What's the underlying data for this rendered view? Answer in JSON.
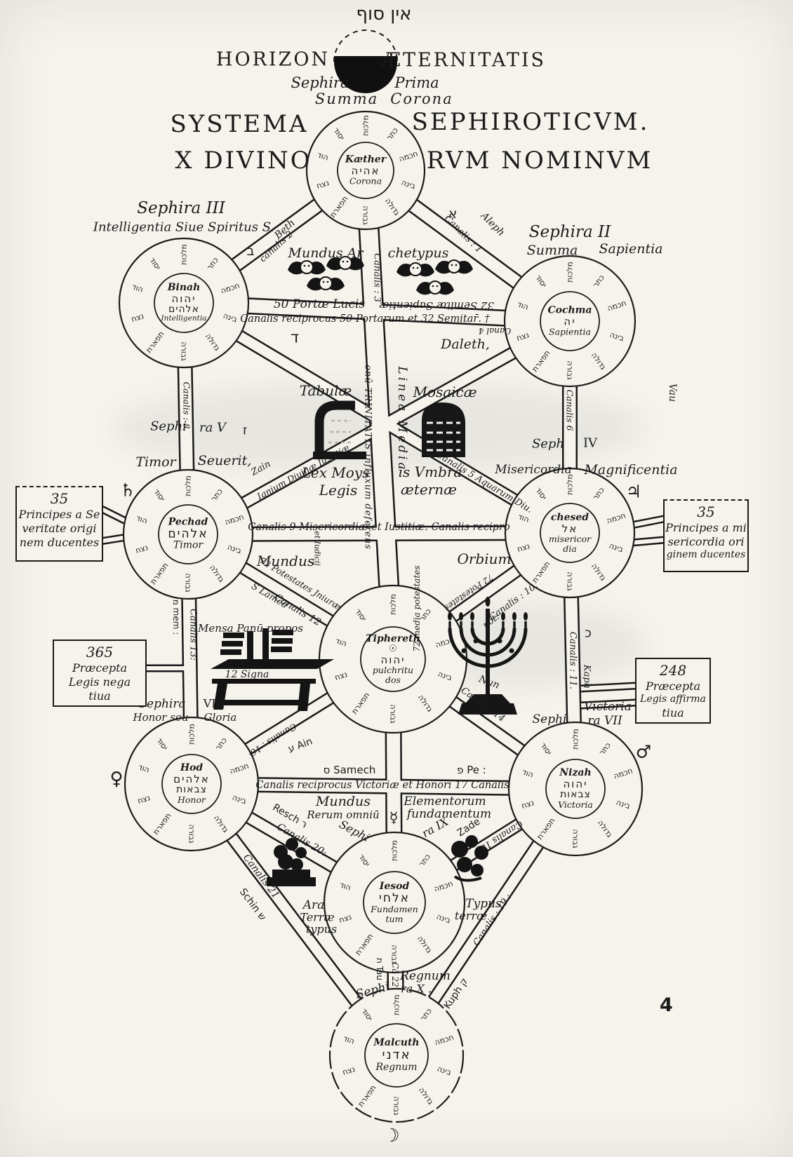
{
  "page_number": "4",
  "ring_words": [
    "מלכות",
    "כתר",
    "חכמה",
    "בינה",
    "גדולה",
    "גבורה",
    "תפארת",
    "נצח",
    "הוד",
    "יסוד"
  ],
  "sephirot": [
    {
      "key": "kether",
      "name": "Kæther",
      "hebrew": "אהיה",
      "attr": "Corona"
    },
    {
      "key": "cochma",
      "name": "Cochma",
      "hebrew": "יה",
      "attr": "Sapientia"
    },
    {
      "key": "binah",
      "name": "Binah",
      "hebrew": "יהוה",
      "hebrew2": "אלהים",
      "attr": "Intelligentia"
    },
    {
      "key": "chesed",
      "name": "chesed",
      "hebrew": "אל",
      "attr": "misericor",
      "attr2": "dia"
    },
    {
      "key": "pechad",
      "name": "Pechad",
      "hebrew": "אלהים",
      "attr": "Timor"
    },
    {
      "key": "tiphereth",
      "name": "Tiphereth",
      "symbol": "☉",
      "hebrew": "יהוה",
      "attr": "pulchritu",
      "attr2": "dos"
    },
    {
      "key": "hod",
      "name": "Hod",
      "hebrew": "אלהים",
      "hebrew2": "צבאות",
      "attr": "Honor"
    },
    {
      "key": "nizah",
      "name": "Nizah",
      "hebrew": "יהוה",
      "hebrew2": "צבאות",
      "attr": "Victoria"
    },
    {
      "key": "iesod",
      "name": "Iesod",
      "hebrew": "אלחי",
      "attr": "Fundamen",
      "attr2": "tum"
    },
    {
      "key": "malcuth",
      "name": "Malcuth",
      "hebrew": "אדני",
      "attr": "Regnum"
    }
  ],
  "boxes": {
    "principes_sev": [
      "35",
      "Principes a Se",
      "veritate origi",
      "nem ducentes"
    ],
    "praecepta_neg": [
      "365",
      "Præcepta",
      "Legis nega",
      "tiua"
    ],
    "principes_mis": [
      "35",
      "Principes a mi",
      "sericordia ori",
      "ginem ducentes"
    ],
    "praecepta_aff": [
      "248",
      "Præcepta",
      "Legis affirma",
      "tiua"
    ]
  },
  "labels": {
    "ain_soph": "אין סוף",
    "horizon": "HORIZON",
    "aeternitatis": "ÆTERNITATIS",
    "sephira_word": "Sephira",
    "prima": "Prima",
    "summa": "Summa",
    "corona_top": "Corona",
    "systema": "SYSTEMA",
    "sephiroticum": "SEPHIROTICVM.",
    "x_divino": "X DIVINO",
    "rvm_nominvm": "RVM NOMINVM",
    "sephira_iii": "Sephira III",
    "intelligentia_sub": "Intelligentia Siue Spiritus S.",
    "sephira_ii": "Sephira II",
    "summa_2": "Summa",
    "sapientia_2": "Sapientia",
    "beth": "Beth",
    "beth_heb": "ב",
    "canalis_2": "canalis 2",
    "aleph": "Aleph",
    "aleph_heb": "א",
    "canalis_1": "Canalis : 1",
    "mundus_ar": "Mundus Ar",
    "chetypus": "chetypus",
    "canalis_3": "Canalis : 3",
    "portae_lucis": "50 Portæ Lucis",
    "semitae": "32 Semitæ Sapientiæ",
    "canalis_recip_4": "Canalis reciprocus 50 Portarum et 32 Semitar̄. †",
    "canal_4": "Canal 4",
    "daleth_heb": "ד",
    "daleth": "Daleth,",
    "linea_media": "Linea Media",
    "trinitatis": "onū TRINITATIS influxum deferens",
    "tabulae": "Tabulæ",
    "mosaicae": "Mosaicæ",
    "lex_moys": "Lex Moys",
    "legis": "Legis",
    "is_vmbra": "is Vmbra",
    "aeternae": "æternæ",
    "canalis_5": "Canalis 5 Aquarum Diu.",
    "zain": "Zain",
    "zain_heb": "ז",
    "ignium": "Ignium Diuinæ Iustitiæ",
    "canalis_8": "Canalis : 8.",
    "sephi_v": "Sephi",
    "ra_v": "ra V",
    "timor_word": "Timor",
    "seuerit": "Seuerit,",
    "saturn": "♄",
    "canalis_6": "Canalis 6",
    "vau": "Vau",
    "seph_iv": "Seph",
    "iv": "IV",
    "misericordia_word": "Misericordia",
    "magnificentia": "Magnificentia",
    "jupiter": "♃",
    "canalis_9": "Canalis 9 Misericordiæ et Iustitiæ. Canalis recipro",
    "et_iudicij": "et Iudicij",
    "mundus_2": "Mundus",
    "potestates_72": "72 Potestates Jniuræ",
    "orbium": "Orbium",
    "media_72": "72 media potestates",
    "potestates_b": "72 Potestates",
    "canalis_10": "Canalis : 10.",
    "pot": "pot:",
    "canalis_12": "Canalis 12",
    "lamed": "S Lamed",
    "canalis_13": "Canalis 13:",
    "mem": "מ mem :",
    "mensa": "Mensa Panū propos",
    "signa_12": "12 Signa",
    "canalis_11": "Canalis : 11.",
    "kaph_heb": "כ",
    "kaph": "Kaph",
    "victoria_word": "Victoria",
    "sephi_vii": "Sephi",
    "ra_vii": "ra VII",
    "sephira_honor": "Sephira",
    "honor_seu": "Honor seu",
    "viii": "VIII",
    "gloria": "Gloria",
    "venus": "♀",
    "ain": "ע Ain",
    "canalis_16": "Canalis : 16·",
    "samech": "ס Samech",
    "pe": "פ Pe :",
    "nun": "Nun",
    "canalis_14": "Canalis. 14",
    "mars": "♂",
    "canalis_17": "Canalis reciprocus Victoriæ et Honori 17 Canalis",
    "mundus_3": "Mundus",
    "rerum": "Rerum omniū",
    "elementorum": "Elementorum",
    "fundamentum_word": "fundamentum",
    "zade": "Zade",
    "mercury": "☿",
    "sephi_ix": "Sephi",
    "ra_ix": "ra IX",
    "resch": "Resch ר",
    "canalis_20": "Canalis 20:",
    "canalis_18": "Canalis 18",
    "canalis_21": "Canalis 21",
    "schin": "Schin ש",
    "canalis_19": "Canalis : 19 :",
    "kuph": "Kuph ק",
    "ara": "Ara",
    "terrae": "Terræ",
    "typus": "typus",
    "typus_2": "Typus",
    "terra_2": "terræ",
    "sephi_x": "Sephi",
    "regnum_word": "Regnum",
    "ra_x": "ra X .",
    "can_22": "Cā 22",
    "tau": "ת Tau",
    "moon": "☽"
  }
}
